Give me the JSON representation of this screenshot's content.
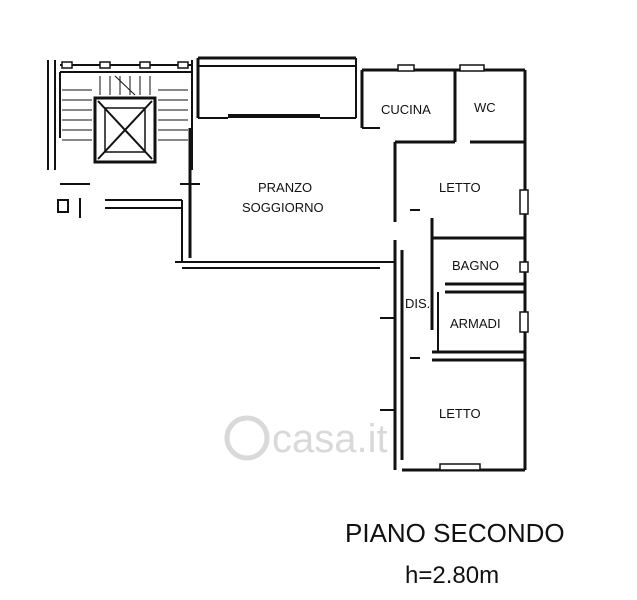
{
  "rooms": {
    "cucina": "CUCINA",
    "wc": "WC",
    "pranzo": "PRANZO",
    "soggiorno": "SOGGIORNO",
    "letto_1": "LETTO",
    "bagno": "BAGNO",
    "dis": "DIS.",
    "armadi": "ARMADI",
    "letto_2": "LETTO"
  },
  "floor_title": "PIANO SECONDO",
  "floor_height": "h=2.80m",
  "watermark": "casa.it",
  "colors": {
    "wall": "#111111",
    "window": "#ffffff",
    "watermark": "#d9d9d9"
  }
}
